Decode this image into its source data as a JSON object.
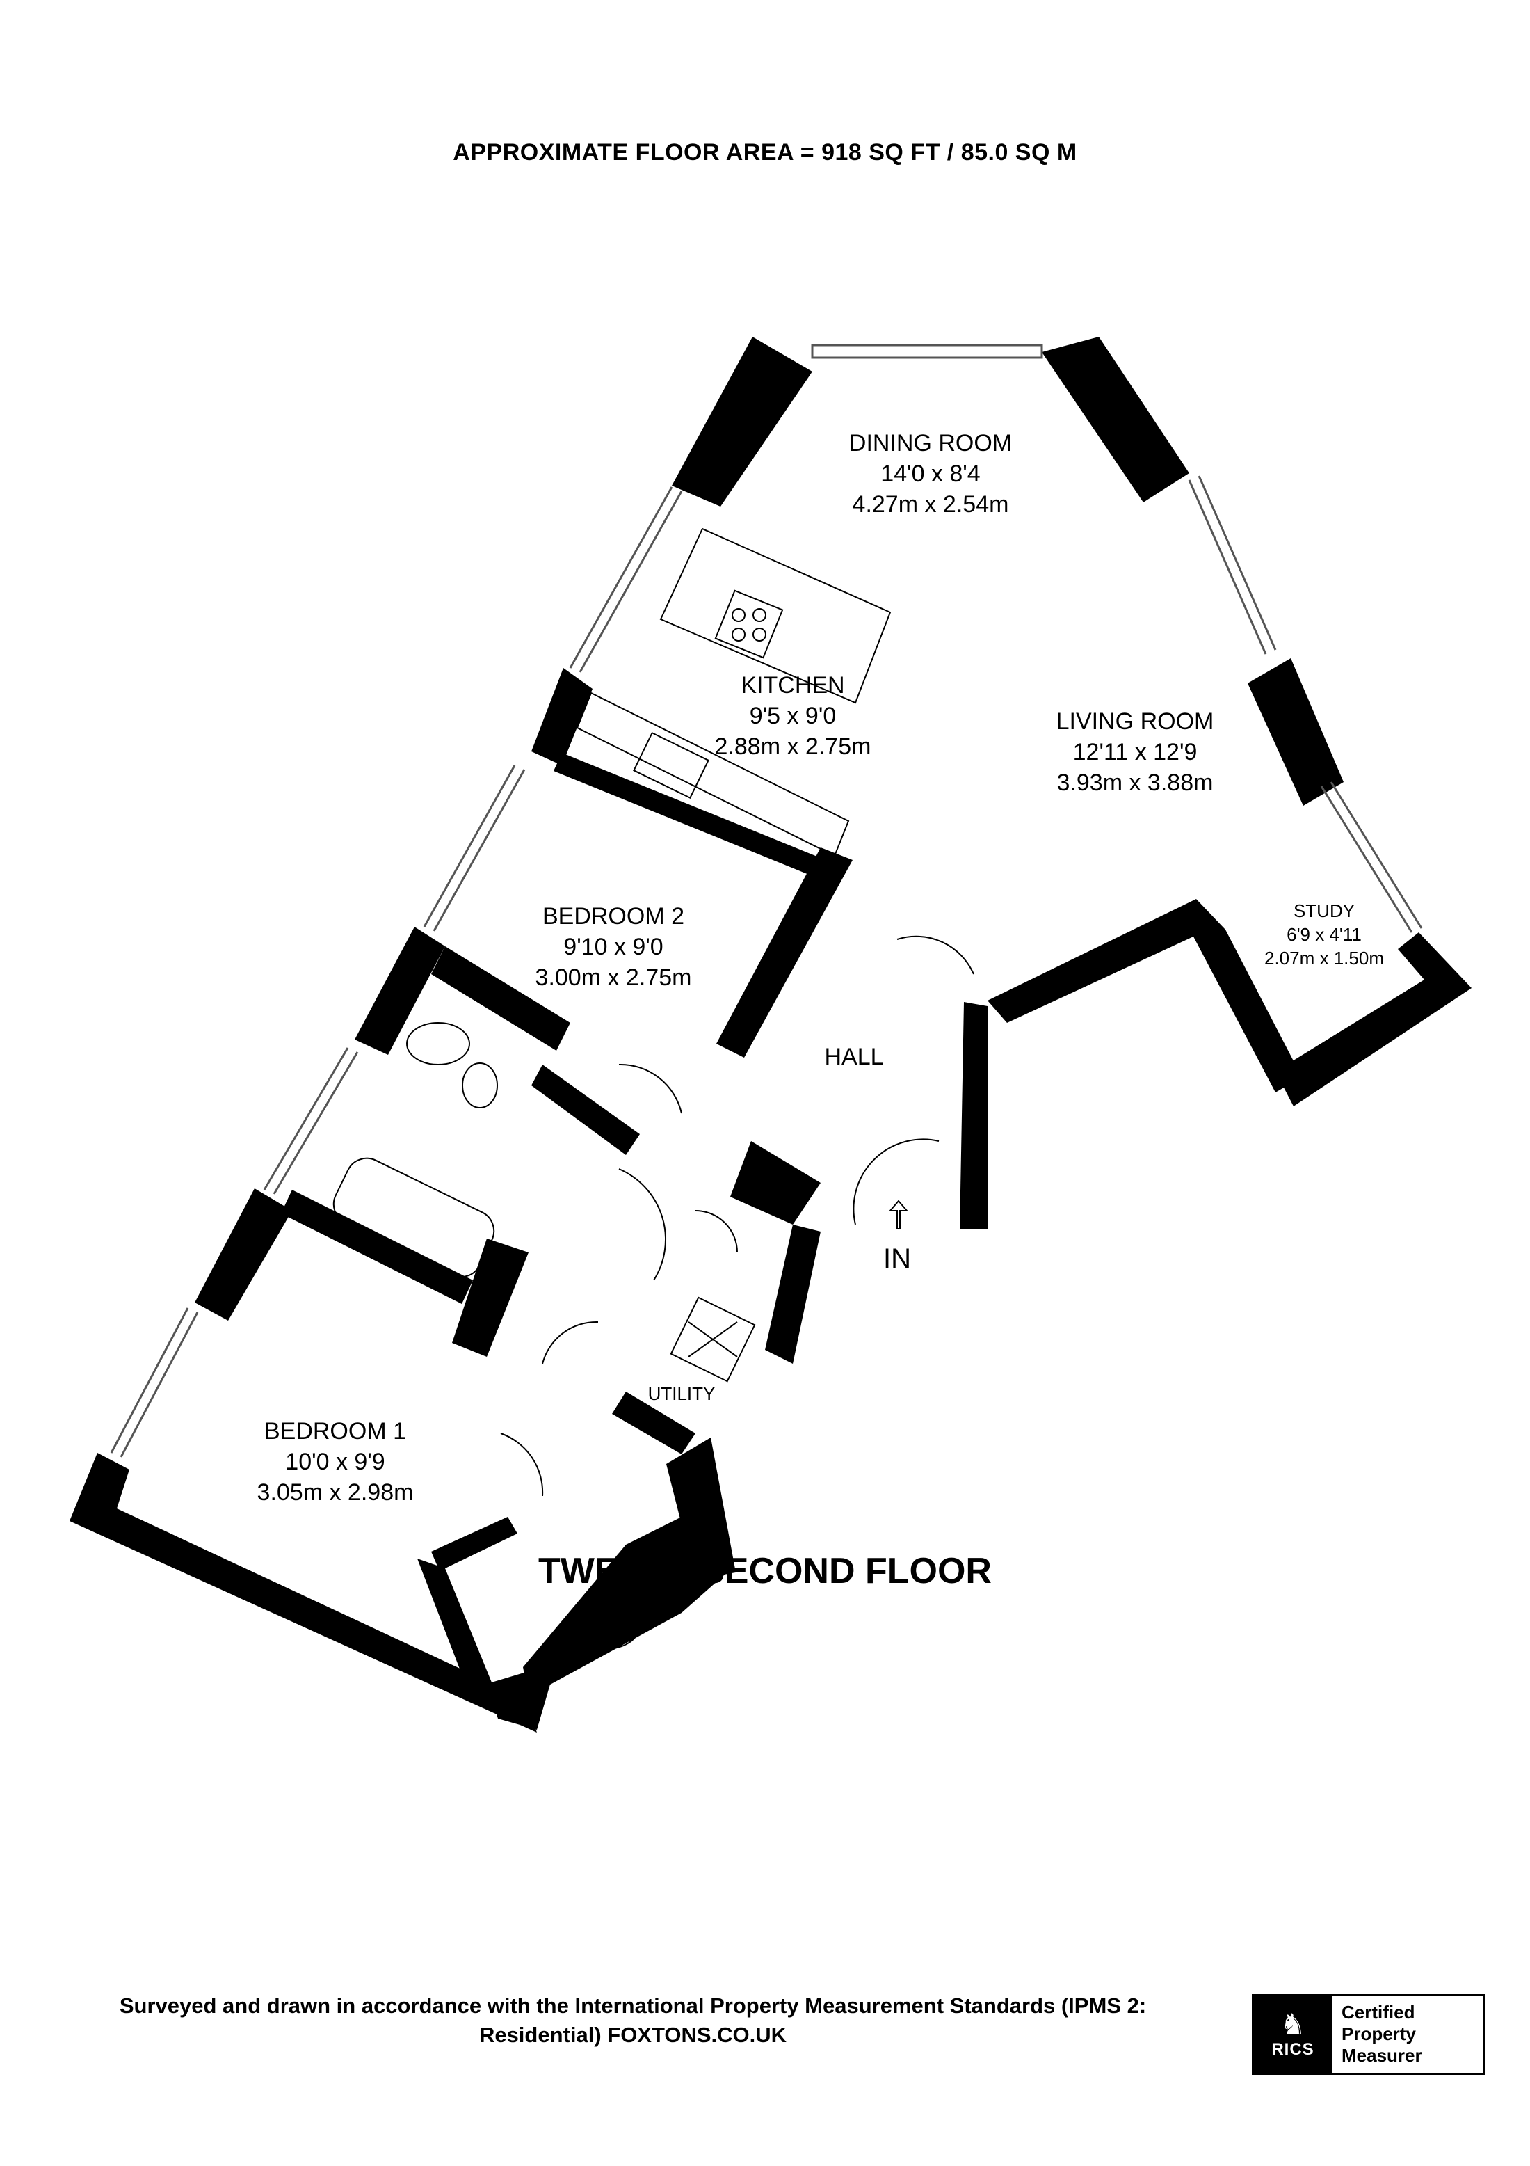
{
  "header": {
    "floor_area": "APPROXIMATE FLOOR AREA = 918 SQ FT / 85.0 SQ M"
  },
  "rooms": {
    "dining_room": {
      "name": "DINING ROOM",
      "imperial": "14'0 x 8'4",
      "metric": "4.27m x 2.54m"
    },
    "kitchen": {
      "name": "KITCHEN",
      "imperial": "9'5 x 9'0",
      "metric": "2.88m x 2.75m"
    },
    "living_room": {
      "name": "LIVING ROOM",
      "imperial": "12'11 x 12'9",
      "metric": "3.93m x 3.88m"
    },
    "study": {
      "name": "STUDY",
      "imperial": "6'9 x 4'11",
      "metric": "2.07m x 1.50m"
    },
    "bedroom_2": {
      "name": "BEDROOM 2",
      "imperial": "9'10 x 9'0",
      "metric": "3.00m x 2.75m"
    },
    "hall": {
      "name": "HALL"
    },
    "utility": {
      "name": "UTILITY"
    },
    "bedroom_1": {
      "name": "BEDROOM 1",
      "imperial": "10'0 x 9'9",
      "metric": "3.05m x 2.98m"
    }
  },
  "entrance": {
    "label": "IN"
  },
  "floor_name": "TWENTY SECOND FLOOR",
  "footer": {
    "line1": "Surveyed and drawn in accordance with the International Property Measurement Standards (IPMS 2:",
    "line2": "Residential) FOXTONS.CO.UK"
  },
  "badge": {
    "logo_text": "RICS",
    "line1": "Certified",
    "line2": "Property",
    "line3": "Measurer"
  },
  "colors": {
    "wall": "#000000",
    "background": "#ffffff",
    "window": "#555555"
  }
}
